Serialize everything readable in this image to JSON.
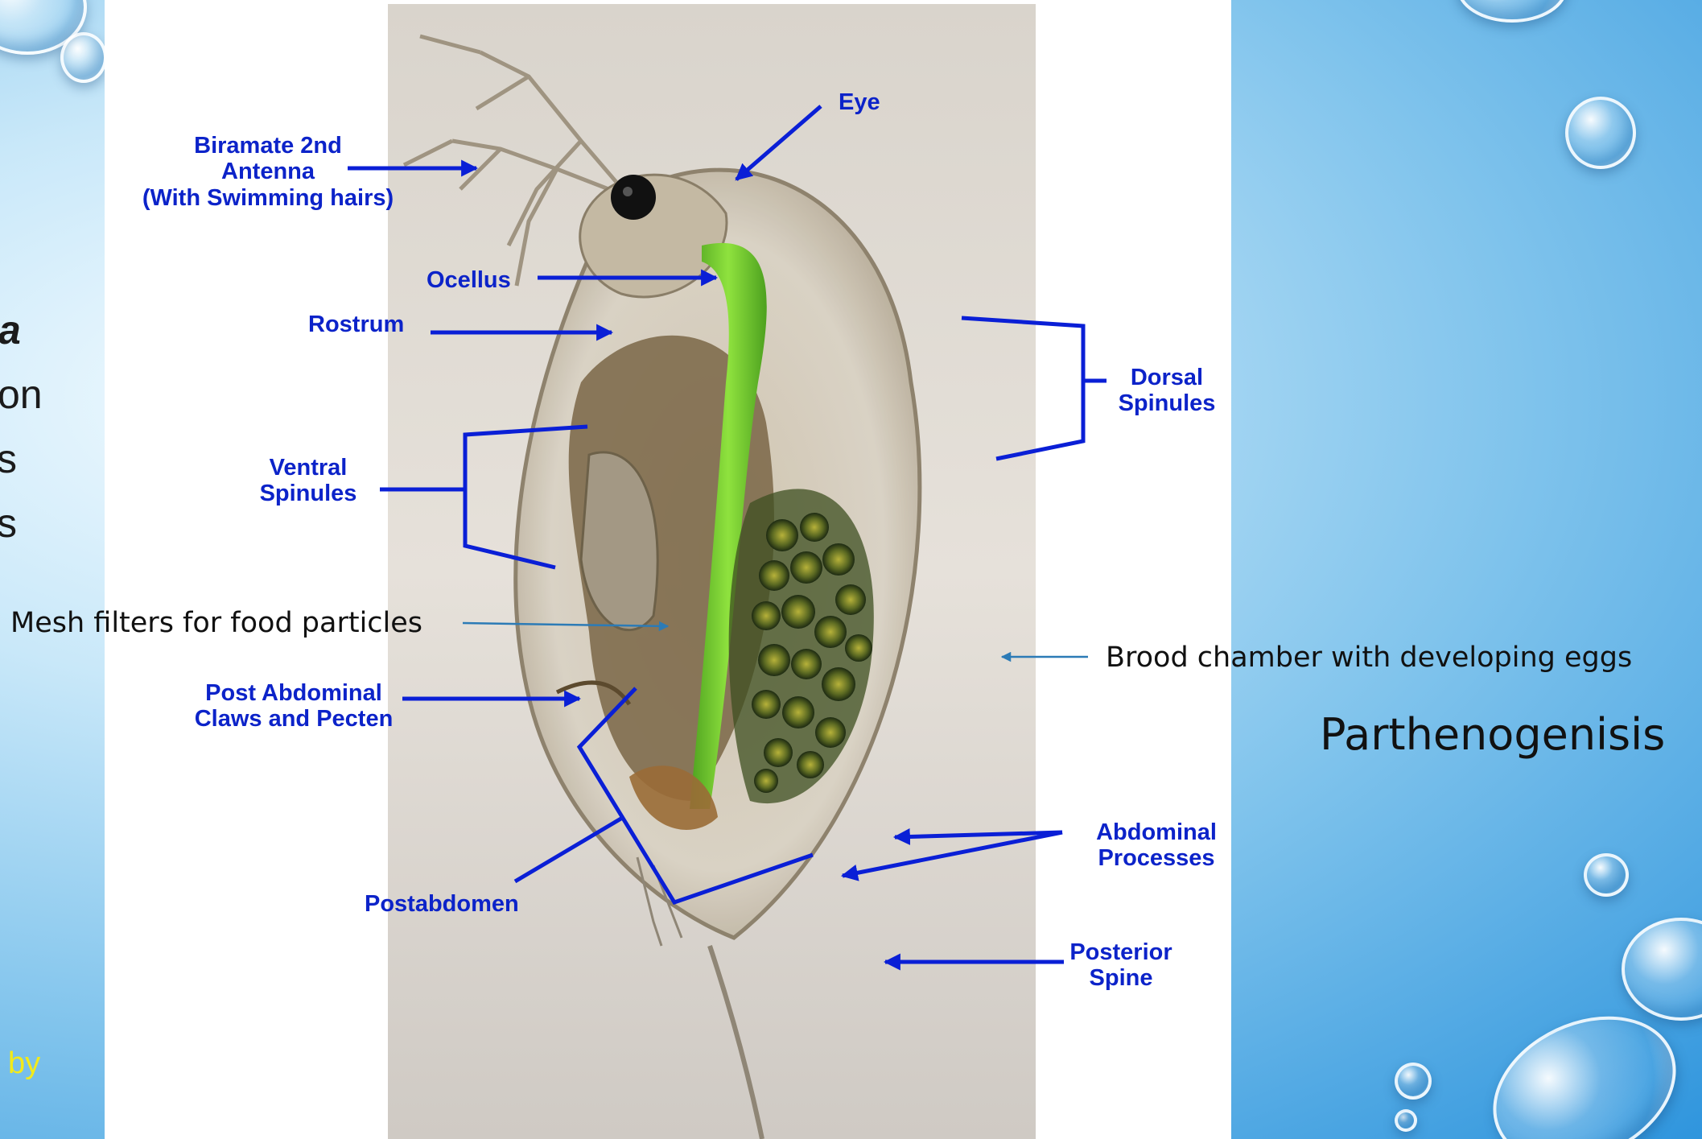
{
  "left_text": {
    "line1": "a",
    "line2": "on",
    "line3": "s",
    "line4": "s",
    "byline": "by"
  },
  "labels": {
    "eye": "Eye",
    "antenna_1": "Biramate 2nd",
    "antenna_2": "Antenna",
    "antenna_3": "(With Swimming hairs)",
    "ocellus": "Ocellus",
    "rostrum": "Rostrum",
    "dorsal_1": "Dorsal",
    "dorsal_2": "Spinules",
    "ventral_1": "Ventral",
    "ventral_2": "Spinules",
    "mesh": "Mesh filters for food particles",
    "brood": "Brood chamber with developing eggs",
    "parthenogenesis": "Parthenogenisis",
    "post_abdominal_1": "Post Abdominal",
    "post_abdominal_2": "Claws and Pecten",
    "abdominal_1": "Abdominal",
    "abdominal_2": "Processes",
    "postabdomen": "Postabdomen",
    "posterior_1": "Posterior",
    "posterior_2": "Spine"
  },
  "colors": {
    "label_blue": "#0c23c9",
    "arrow_blue": "#0a1fd6",
    "note_black": "#111111",
    "byline_yellow": "#f2ea1a",
    "background_blue": "#2f95dd"
  }
}
